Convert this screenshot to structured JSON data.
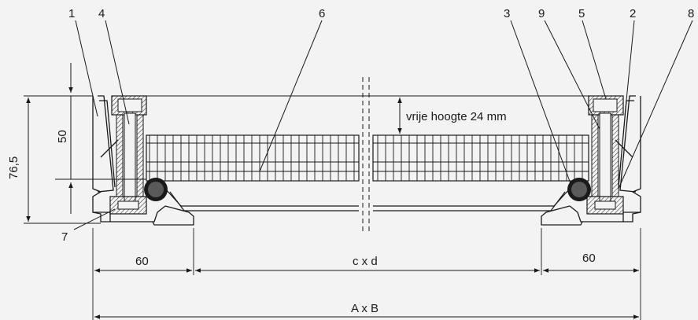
{
  "part_labels": {
    "p1": "1",
    "p4": "4",
    "p6": "6",
    "p3": "3",
    "p9": "9",
    "p5": "5",
    "p2": "2",
    "p8": "8",
    "p7": "7"
  },
  "dimensions": {
    "overall_height": "76,5",
    "inner_height": "50",
    "clear_height": "vrije hoogte 24 mm",
    "left_flange": "60",
    "right_flange": "60",
    "opening": "c x d",
    "overall_size": "A x B"
  }
}
